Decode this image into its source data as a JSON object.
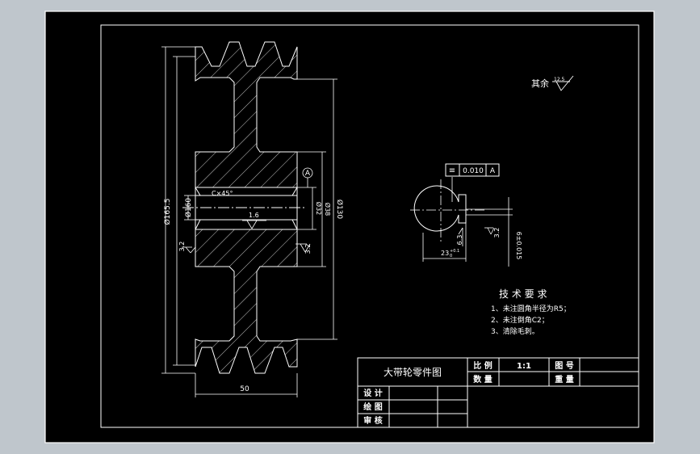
{
  "roughness_note": {
    "prefix": "其余",
    "value": "12.5"
  },
  "tolerance_frame": {
    "symbol": "≡",
    "value": "0.010",
    "datum": "A"
  },
  "datum_label": "A",
  "dims": {
    "outer_dia": "Ø165.5",
    "dia_160": "Ø160",
    "dia_130": "Ø130",
    "dia_38": "Ø38",
    "bore_dia": "Ø32",
    "chamfer": "C×45°",
    "roughness_bore": "1.6",
    "roughness_left": "3.2",
    "roughness_hub": "3.2",
    "width": "50",
    "key_depth": "23",
    "key_depth_sup": "+0.1",
    "key_depth_sub": "0",
    "key_rough": "6.3",
    "key_rough_right": "3.2",
    "key_width": "6±0.015"
  },
  "tech_req": {
    "title": "技 术 要 求",
    "items": [
      "1、未注圆角半径为R5；",
      "2、未注倒角C2；",
      "3、清除毛刺。"
    ]
  },
  "title_block": {
    "drawing_name": "大带轮零件图",
    "scale_label": "比 例",
    "scale_value": "1:1",
    "drawing_no_label": "图 号",
    "quantity_label": "数 量",
    "weight_label": "重 量",
    "design_label": "设 计",
    "draw_label": "绘 图",
    "review_label": "审 核"
  },
  "colors": {
    "sheet": "#000000",
    "line": "#ffffff",
    "bg": "#bfc6cc"
  }
}
